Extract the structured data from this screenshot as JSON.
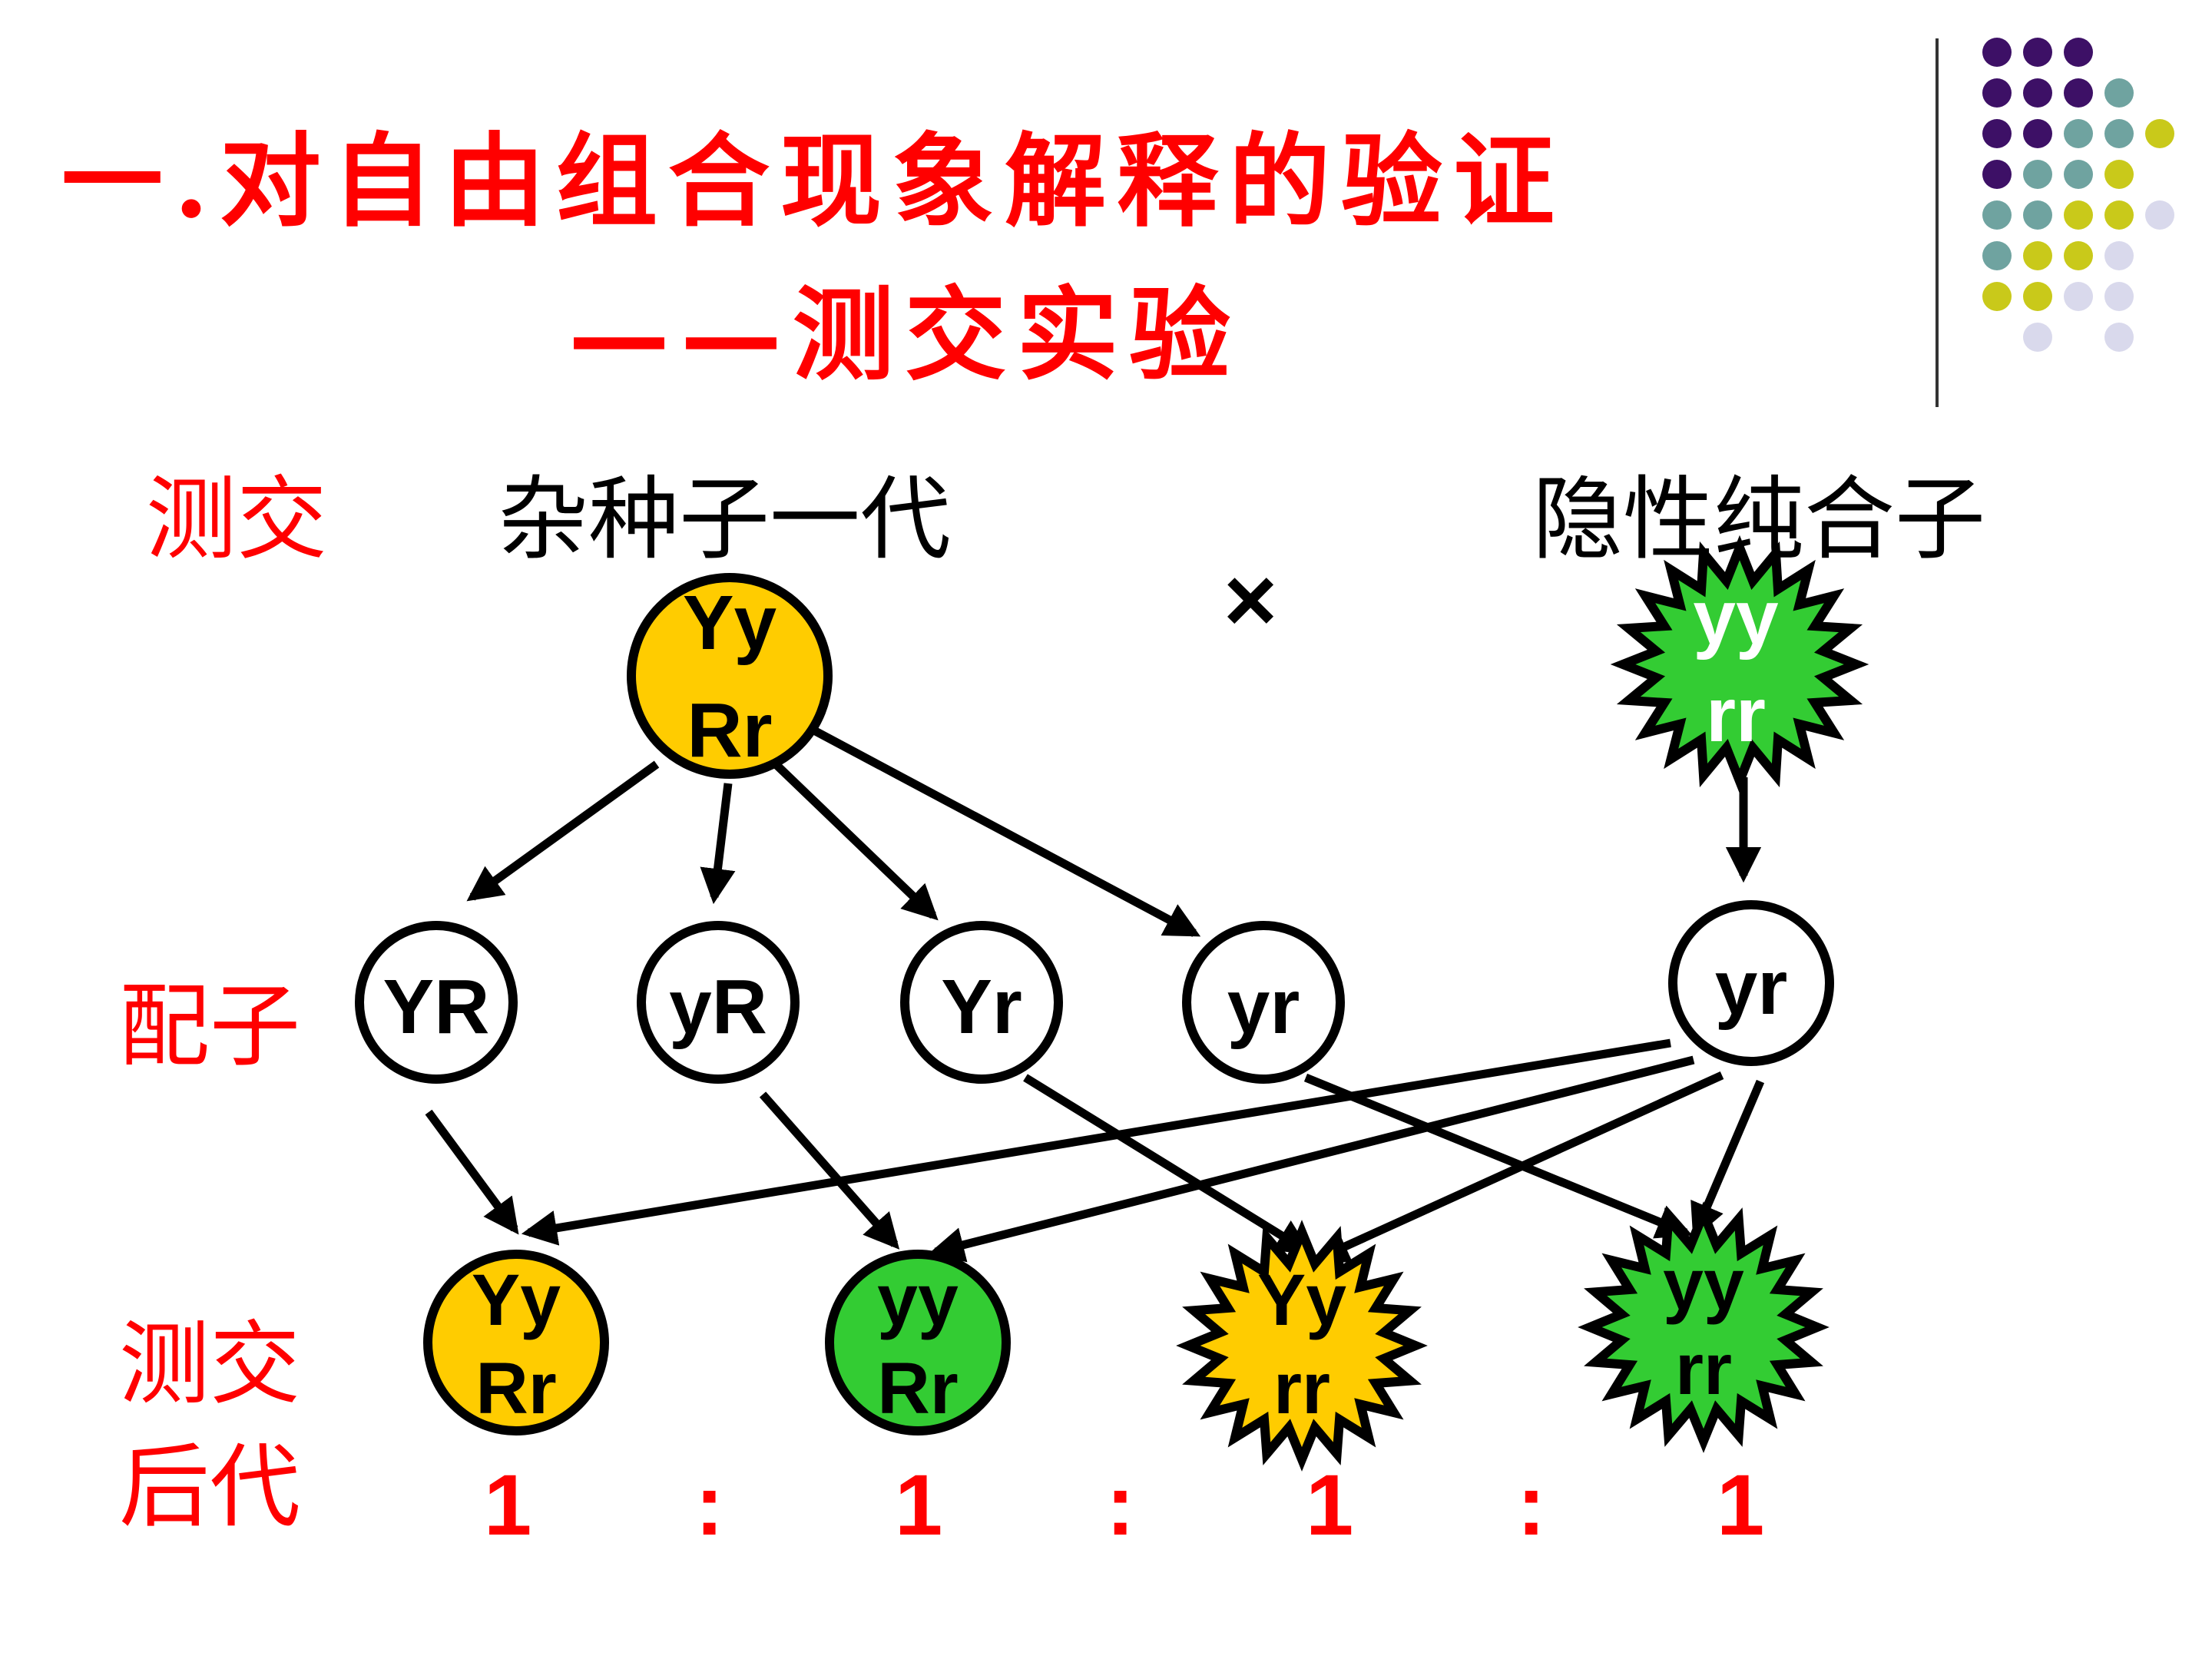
{
  "title": {
    "line1": "一.对自由组合现象解释的验证",
    "line2": "——测交实验"
  },
  "labels": {
    "testcross": "测交",
    "f1": "杂种子一代",
    "cross_sign": "×",
    "recessive": "隐性纯合子",
    "gametes": "配子",
    "offspring_line1": "测交",
    "offspring_line2": "后代"
  },
  "parents": {
    "f1": {
      "line1": "Yy",
      "line2": "Rr"
    },
    "recessive": {
      "line1": "yy",
      "line2": "rr"
    }
  },
  "gametes": [
    "YR",
    "yR",
    "Yr",
    "yr"
  ],
  "recessive_gamete": "yr",
  "offspring": [
    {
      "line1": "Yy",
      "line2": "Rr"
    },
    {
      "line1": "yy",
      "line2": "Rr"
    },
    {
      "line1": "Yy",
      "line2": "rr"
    },
    {
      "line1": "yy",
      "line2": "rr"
    }
  ],
  "ratio": {
    "values": [
      "1",
      "1",
      "1",
      "1"
    ],
    "separator": ":"
  },
  "colors": {
    "title": "#ff0000",
    "yellow": "#ffcc00",
    "green": "#33cc33",
    "dot_purple": "#3d1066",
    "dot_teal": "#6fa3a0",
    "dot_olive": "#c9c91a",
    "dot_lavender": "#d9d9ec"
  }
}
